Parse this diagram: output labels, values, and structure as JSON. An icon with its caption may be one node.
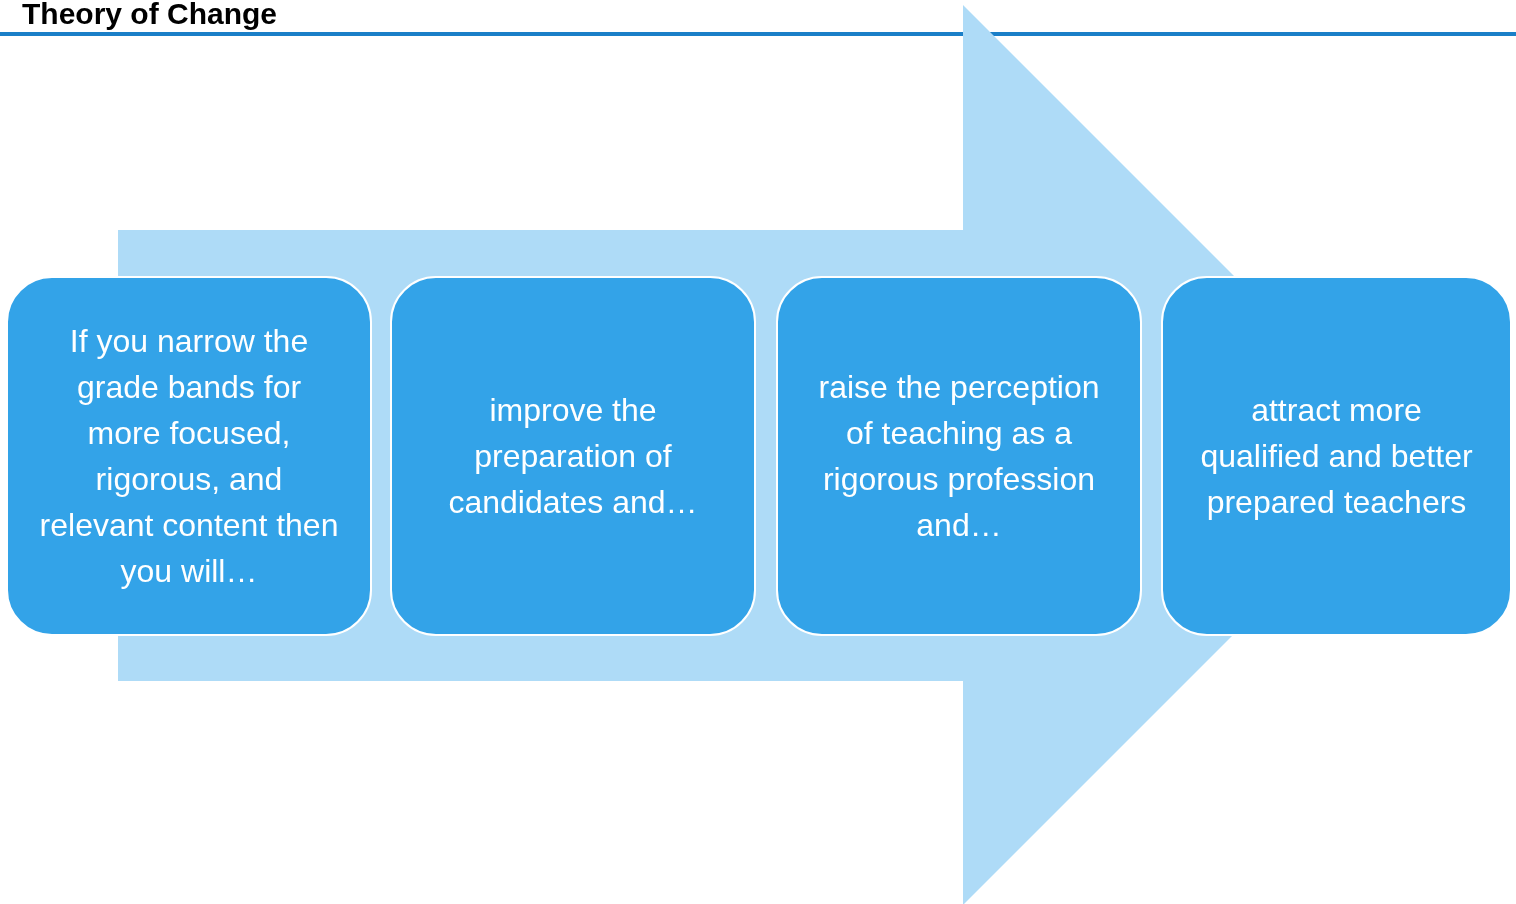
{
  "diagram": {
    "title": "Theory of Change",
    "nodes": [
      {
        "text": [
          "If you narrow the grade bands for more focused, rigorous, and relevant content then you will…"
        ]
      },
      {
        "text": [
          "improve the preparation of candidates and…"
        ]
      },
      {
        "text": [
          "raise the perception of teaching as a rigorous profession and…"
        ]
      },
      {
        "text": [
          "attract more qualified and better prepared teachers"
        ]
      }
    ],
    "edges": [
      {
        "from": 0,
        "to": 3,
        "arrow": "to"
      }
    ]
  }
}
